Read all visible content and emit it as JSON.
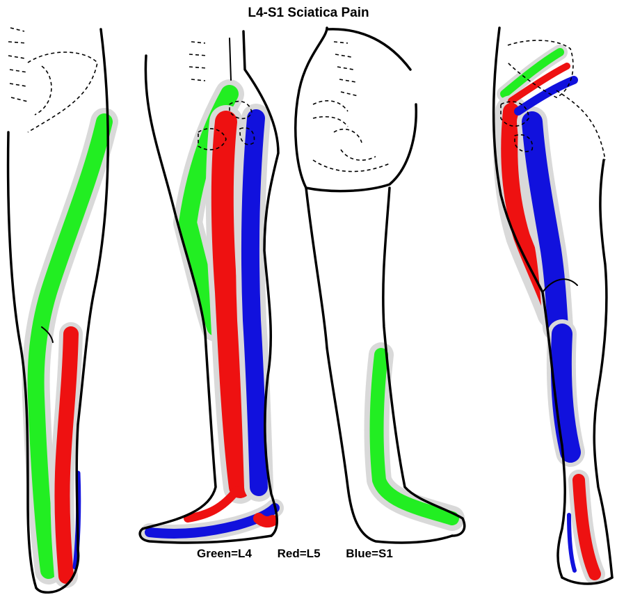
{
  "title": "L4-S1 Sciatica Pain",
  "legend": {
    "green": "Green=L4",
    "red": "Red=L5",
    "blue": "Blue=S1"
  },
  "colors": {
    "L4": "#22ee22",
    "L5": "#ee1111",
    "S1": "#1111dd"
  }
}
